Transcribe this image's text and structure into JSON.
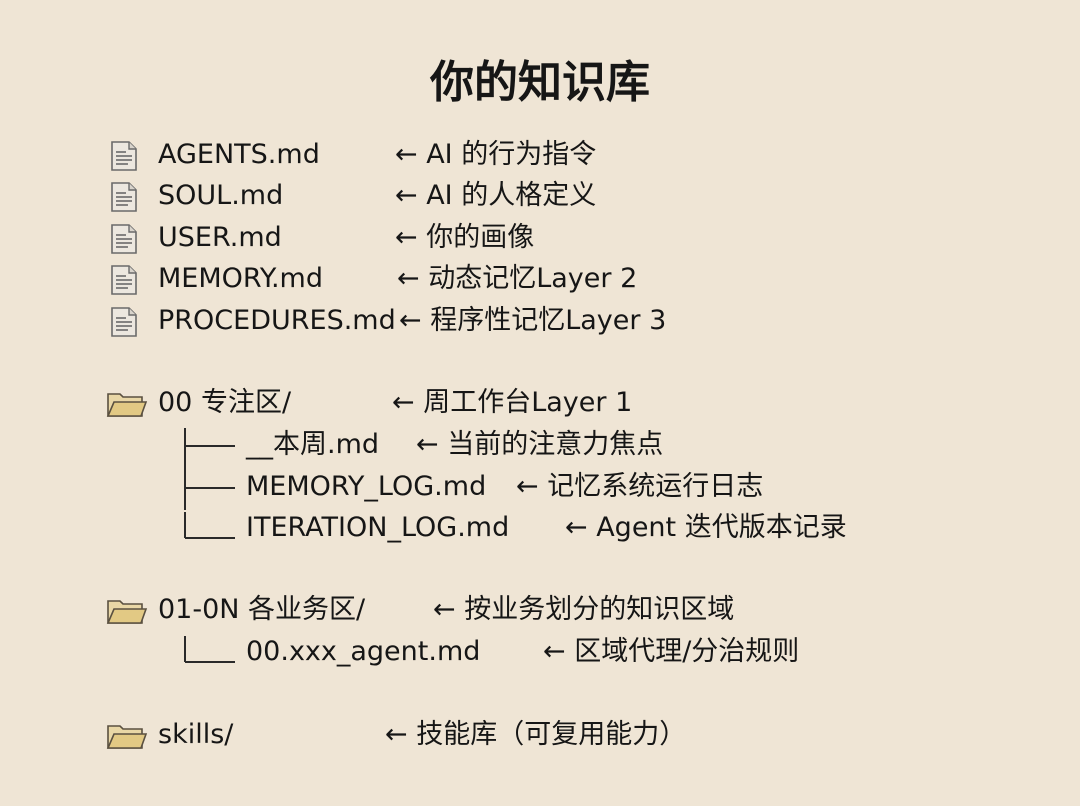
{
  "title": "你的知识库",
  "files": [
    {
      "name": "AGENTS.md",
      "desc": "← AI 的行为指令",
      "icon": "file-icon"
    },
    {
      "name": "SOUL.md",
      "desc": "← AI 的人格定义",
      "icon": "file-icon"
    },
    {
      "name": "USER.md",
      "desc": "← 你的画像",
      "icon": "file-icon"
    },
    {
      "name": "MEMORY.md",
      "desc": "← 动态记忆Layer 2",
      "icon": "file-icon"
    },
    {
      "name": "PROCEDURES.md",
      "desc": "← 程序性记忆Layer 3",
      "icon": "file-icon"
    }
  ],
  "folders": [
    {
      "name": "00 专注区/",
      "desc": "← 周工作台Layer 1",
      "icon": "folder-icon",
      "children": [
        {
          "name": "__本周.md",
          "desc": "← 当前的注意力焦点"
        },
        {
          "name": "MEMORY_LOG.md",
          "desc": "← 记忆系统运行日志"
        },
        {
          "name": "ITERATION_LOG.md",
          "desc": "← Agent 迭代版本记录"
        }
      ]
    },
    {
      "name": "01-0N 各业务区/",
      "desc": "← 按业务划分的知识区域",
      "icon": "folder-icon",
      "children": [
        {
          "name": "00.xxx_agent.md",
          "desc": "← 区域代理/分治规则"
        }
      ]
    },
    {
      "name": "skills/",
      "desc": "← 技能库（可复用能力）",
      "icon": "folder-icon",
      "children": []
    }
  ],
  "colors": {
    "background": "#efe5d5",
    "folder": "#e6cf95",
    "text": "#161616"
  }
}
